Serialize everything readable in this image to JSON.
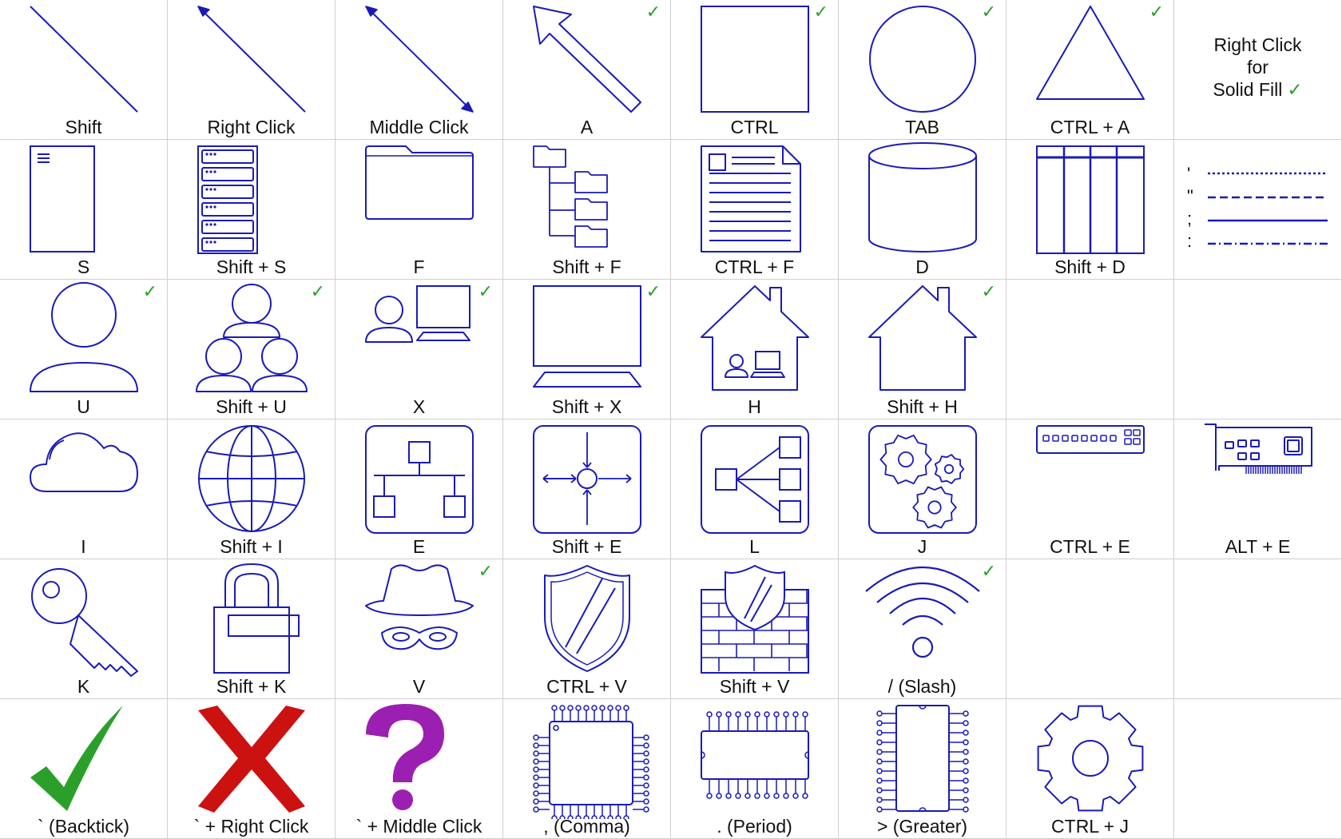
{
  "colors": {
    "stroke": "#1a1ab8",
    "grid": "#cfcfcf",
    "check": "#2aa02a",
    "cross": "#cc1111",
    "question": "#9b1fb0"
  },
  "checkmark": "✓",
  "cells": [
    {
      "label": "Shift",
      "icon": "line-icon",
      "check": false
    },
    {
      "label": "Right Click",
      "icon": "arrow-start-line-icon",
      "check": false
    },
    {
      "label": "Middle Click",
      "icon": "arrow-both-line-icon",
      "check": false
    },
    {
      "label": "A",
      "icon": "block-arrow-icon",
      "check": true
    },
    {
      "label": "CTRL",
      "icon": "square-icon",
      "check": true
    },
    {
      "label": "TAB",
      "icon": "circle-icon",
      "check": true
    },
    {
      "label": "CTRL + A",
      "icon": "triangle-icon",
      "check": true
    },
    {
      "label": "",
      "icon": "note",
      "check": false,
      "note": [
        "Right Click",
        "for",
        "Solid Fill"
      ],
      "note_check": true
    },
    {
      "label": "S",
      "icon": "server-tower-icon",
      "check": false
    },
    {
      "label": "Shift + S",
      "icon": "server-rack-icon",
      "check": false
    },
    {
      "label": "F",
      "icon": "folder-icon",
      "check": false
    },
    {
      "label": "Shift + F",
      "icon": "folder-tree-icon",
      "check": false
    },
    {
      "label": "CTRL + F",
      "icon": "document-icon",
      "check": false
    },
    {
      "label": "D",
      "icon": "database-icon",
      "check": false
    },
    {
      "label": "Shift + D",
      "icon": "table-icon",
      "check": false
    },
    {
      "label": "",
      "icon": "line-styles-icon",
      "check": false,
      "keys": [
        "'",
        "\"",
        ";",
        ":"
      ]
    },
    {
      "label": "U",
      "icon": "user-icon",
      "check": true
    },
    {
      "label": "Shift + U",
      "icon": "users-group-icon",
      "check": true
    },
    {
      "label": "X",
      "icon": "user-workstation-icon",
      "check": true
    },
    {
      "label": "Shift + X",
      "icon": "monitor-icon",
      "check": true
    },
    {
      "label": "H",
      "icon": "home-office-icon",
      "check": false
    },
    {
      "label": "Shift + H",
      "icon": "house-icon",
      "check": true
    },
    {
      "label": "",
      "icon": "empty",
      "check": false
    },
    {
      "label": "",
      "icon": "empty",
      "check": false
    },
    {
      "label": "I",
      "icon": "cloud-icon",
      "check": false
    },
    {
      "label": "Shift + I",
      "icon": "globe-icon",
      "check": false
    },
    {
      "label": "E",
      "icon": "network-hierarchy-icon",
      "check": false
    },
    {
      "label": "Shift + E",
      "icon": "hub-arrows-icon",
      "check": false
    },
    {
      "label": "L",
      "icon": "distribution-icon",
      "check": false
    },
    {
      "label": "J",
      "icon": "gears-box-icon",
      "check": false
    },
    {
      "label": "CTRL + E",
      "icon": "network-switch-icon",
      "check": false
    },
    {
      "label": "ALT + E",
      "icon": "network-card-icon",
      "check": false
    },
    {
      "label": "K",
      "icon": "key-icon",
      "check": false
    },
    {
      "label": "Shift + K",
      "icon": "padlock-icon",
      "check": false
    },
    {
      "label": "V",
      "icon": "hacker-icon",
      "check": true
    },
    {
      "label": "CTRL + V",
      "icon": "shield-icon",
      "check": false
    },
    {
      "label": "Shift + V",
      "icon": "firewall-icon",
      "check": false
    },
    {
      "label": "/ (Slash)",
      "icon": "wifi-icon",
      "check": true
    },
    {
      "label": "",
      "icon": "empty",
      "check": false
    },
    {
      "label": "",
      "icon": "empty",
      "check": false
    },
    {
      "label": "` (Backtick)",
      "icon": "green-check-icon",
      "check": false
    },
    {
      "label": "` + Right Click",
      "icon": "red-x-icon",
      "check": false
    },
    {
      "label": "` + Middle Click",
      "icon": "question-mark-icon",
      "check": false
    },
    {
      "label": ", (Comma)",
      "icon": "cpu-chip-icon",
      "check": false
    },
    {
      "label": ". (Period)",
      "icon": "dip-chip-icon",
      "check": false
    },
    {
      "label": "> (Greater)",
      "icon": "ic-chip-vertical-icon",
      "check": false
    },
    {
      "label": "CTRL + J",
      "icon": "gear-icon",
      "check": false
    },
    {
      "label": "",
      "icon": "empty",
      "check": false
    }
  ]
}
